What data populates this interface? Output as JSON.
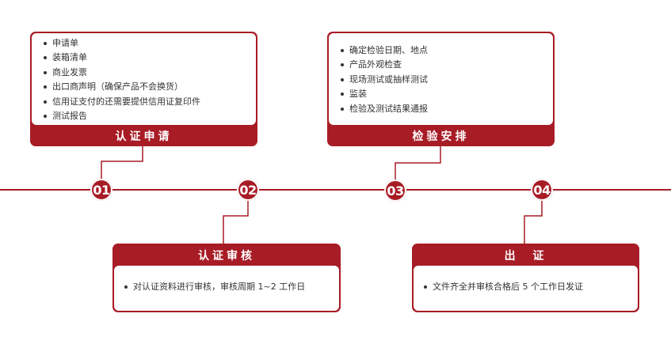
{
  "steps": [
    {
      "number": "01",
      "title": "认证申请",
      "items": [
        "申请单",
        "装箱清单",
        "商业发票",
        "出口商声明（确保产品不会换货）",
        "信用证支付的还需要提供信用证复印件",
        "测试报告"
      ]
    },
    {
      "number": "02",
      "title": "认证审核",
      "items": [
        "对认证资料进行审核，审核周期 1~2 工作日"
      ]
    },
    {
      "number": "03",
      "title": "检验安排",
      "items": [
        "确定检验日期、地点",
        "产品外观检查",
        "现场测试或抽样测试",
        "监装",
        "检验及测试结果通报"
      ]
    },
    {
      "number": "04",
      "title": "出  证",
      "items": [
        "文件齐全并审核合格后 5 个工作日发证"
      ]
    }
  ],
  "colors": {
    "accent": "#a81c26"
  }
}
